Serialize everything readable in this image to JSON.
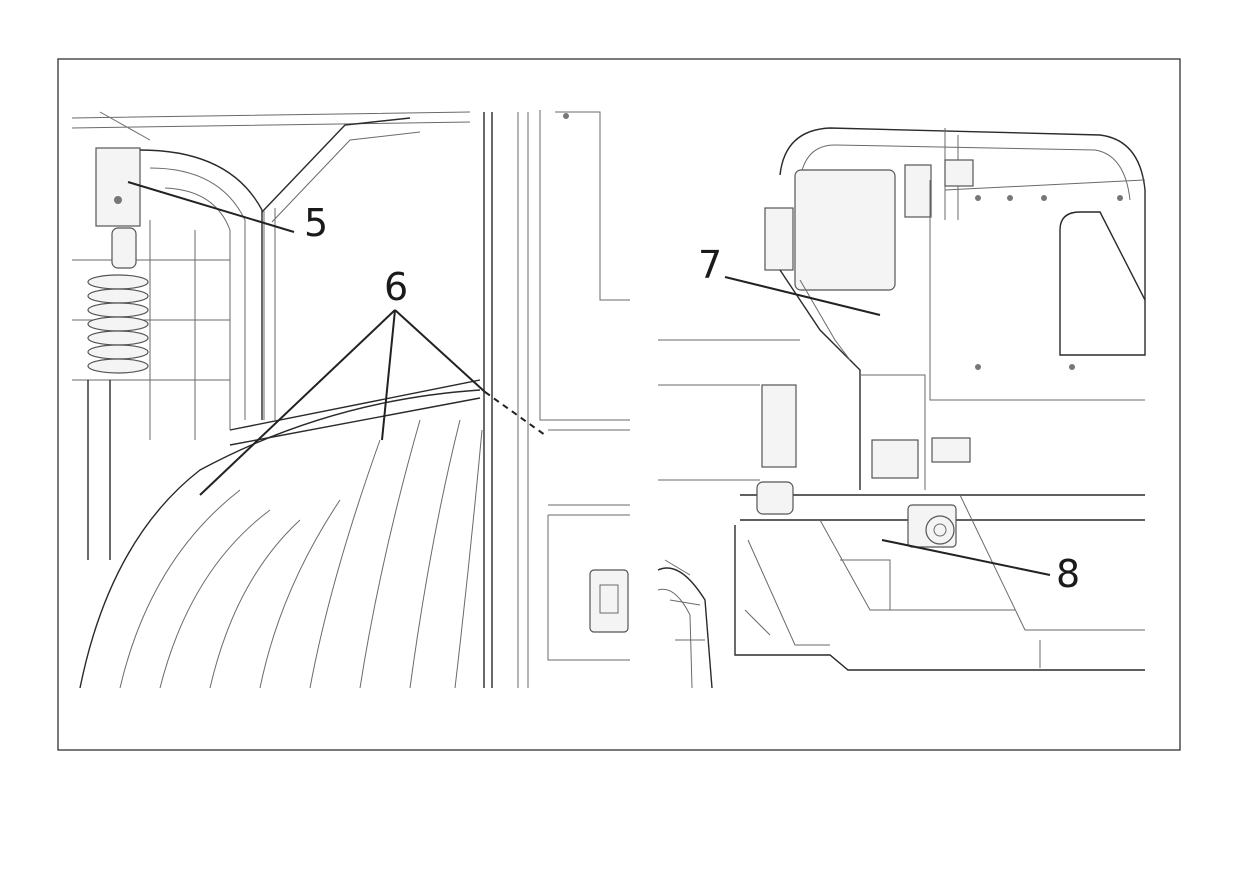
{
  "figure": {
    "left_panel": {
      "callouts": [
        {
          "id": "5",
          "label": "5"
        },
        {
          "id": "6",
          "label": "6"
        }
      ]
    },
    "right_panel": {
      "callouts": [
        {
          "id": "7",
          "label": "7"
        },
        {
          "id": "8",
          "label": "8"
        }
      ]
    }
  }
}
